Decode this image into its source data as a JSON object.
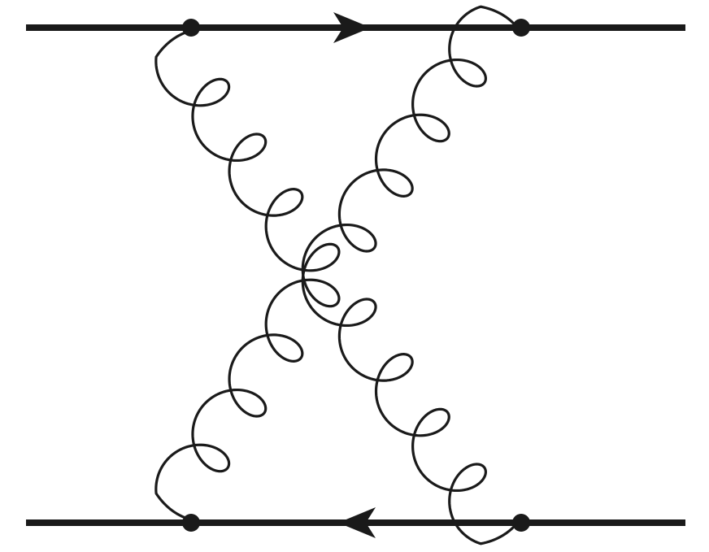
{
  "diagram": {
    "type": "feynman",
    "description_kind": "crossed two-gluon exchange between two fermion lines",
    "fermion_lines": [
      {
        "id": "top",
        "direction": "left-to-right"
      },
      {
        "id": "bottom",
        "direction": "right-to-left"
      }
    ],
    "vertices": [
      {
        "id": "v-top-left",
        "line": "top"
      },
      {
        "id": "v-top-right",
        "line": "top"
      },
      {
        "id": "v-bottom-left",
        "line": "bottom"
      },
      {
        "id": "v-bottom-right",
        "line": "bottom"
      }
    ],
    "gluons": [
      {
        "id": "gluon-a",
        "from": "v-top-left",
        "to": "v-bottom-right",
        "loops": 9
      },
      {
        "id": "gluon-b",
        "from": "v-top-right",
        "to": "v-bottom-left",
        "loops": 9
      }
    ],
    "colors": {
      "line": "#1a1a1a",
      "background": "#ffffff"
    }
  }
}
